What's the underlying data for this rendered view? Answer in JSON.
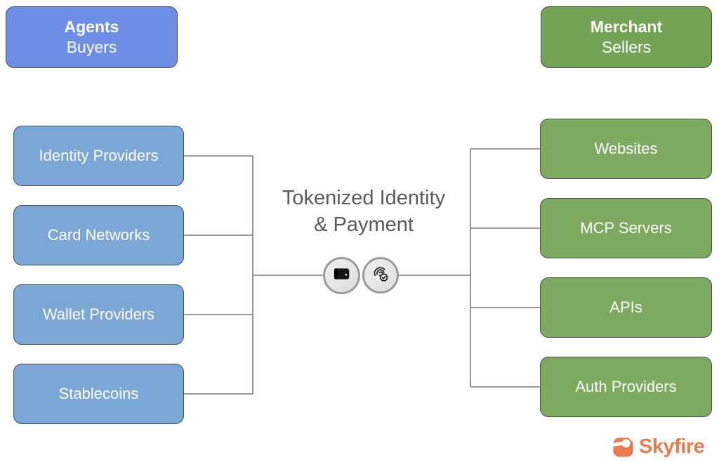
{
  "diagram": {
    "left": {
      "header": {
        "title": "Agents",
        "subtitle": "Buyers"
      },
      "nodes": [
        "Identity Providers",
        "Card Networks",
        "Wallet Providers",
        "Stablecoins"
      ]
    },
    "right": {
      "header": {
        "title": "Merchant",
        "subtitle": "Sellers"
      },
      "nodes": [
        "Websites",
        "MCP Servers",
        "APIs",
        "Auth Providers"
      ]
    },
    "center": {
      "line1": "Tokenized Identity",
      "line2": "& Payment"
    },
    "icons": {
      "payment": "wallet-icon",
      "identity": "fingerprint-check-icon",
      "brand": "skyfire-logo-icon"
    },
    "colors": {
      "left_header": "#6d8ee4",
      "left_node": "#7ba7d7",
      "right_header": "#74a356",
      "right_node": "#7daa60",
      "connector_line": "#7a7a7a",
      "box_border": "#4d4d4d",
      "center_text": "#5a5a5a",
      "chip_fill": "#e8e8e8",
      "chip_border": "#9a9a9a",
      "logo_orange": "#e87c50"
    },
    "logo": {
      "text": "Skyfire"
    }
  }
}
